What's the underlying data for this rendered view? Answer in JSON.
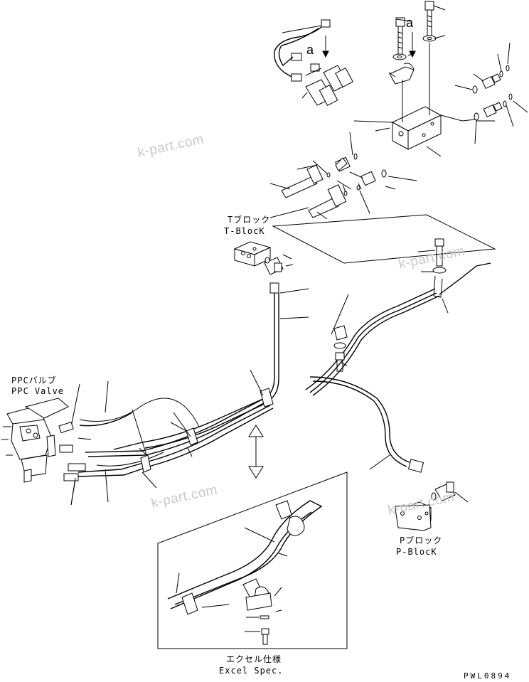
{
  "labels": {
    "t_block_jp": "Tブロック",
    "t_block_en": "T-BlocK",
    "ppc_valve_jp": "PPCバルブ",
    "ppc_valve_en": "PPC Valve",
    "p_block_jp": "Pブロック",
    "p_block_en": "P-BlocK",
    "excel_spec_jp": "エクセル仕様",
    "excel_spec_en": "Excel Spec."
  },
  "callouts": {
    "a1": "a",
    "a2": "a"
  },
  "watermark": "k-part.com",
  "drawing_code": "PWL0894",
  "icons": {
    "upper_manifold": "valve-manifold-icon",
    "t_block": "t-block-icon",
    "p_block": "p-block-icon",
    "ppc_valve": "ppc-valve-icon",
    "double_arrow": "double-arrow-icon"
  }
}
